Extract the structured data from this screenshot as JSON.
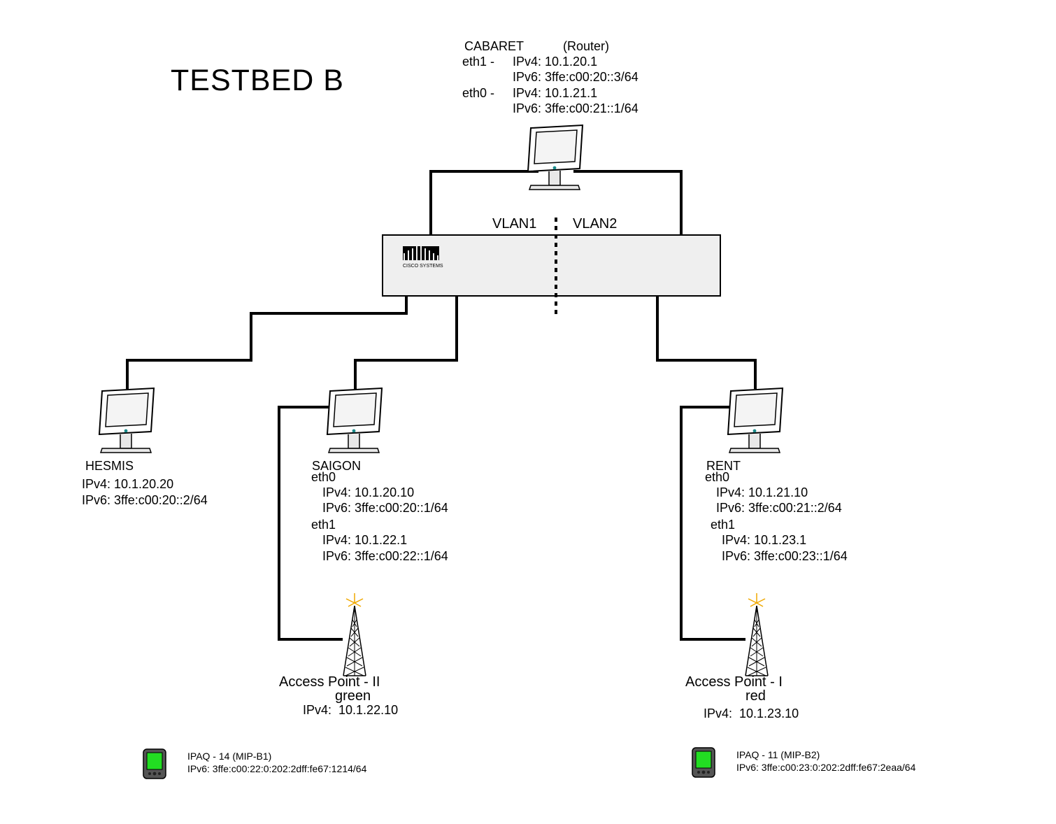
{
  "title": "TESTBED B",
  "router": {
    "name": "CABARET",
    "role": "(Router)",
    "eth1_label": "eth1 -",
    "eth1_ipv4": "IPv4: 10.1.20.1",
    "eth1_ipv6": "IPv6: 3ffe:c00:20::3/64",
    "eth0_label": "eth0 -",
    "eth0_ipv4": "IPv4: 10.1.21.1",
    "eth0_ipv6": "IPv6: 3ffe:c00:21::1/64"
  },
  "switch": {
    "vlan1": "VLAN1",
    "vlan2": "VLAN2",
    "logo_text": "CISCO SYSTEMS"
  },
  "hesmis": {
    "name": "HESMIS",
    "ipv4": "IPv4: 10.1.20.20",
    "ipv6": "IPv6: 3ffe:c00:20::2/64"
  },
  "saigon": {
    "name": "SAIGON",
    "eth0_label": "eth0",
    "eth0_ipv4": "IPv4: 10.1.20.10",
    "eth0_ipv6": "IPv6: 3ffe:c00:20::1/64",
    "eth1_label": "eth1",
    "eth1_ipv4": "IPv4: 10.1.22.1",
    "eth1_ipv6": "IPv6: 3ffe:c00:22::1/64"
  },
  "rent": {
    "name": "RENT",
    "eth0_label": "eth0",
    "eth0_ipv4": "IPv4: 10.1.21.10",
    "eth0_ipv6": "IPv6: 3ffe:c00:21::2/64",
    "eth1_label": "eth1",
    "eth1_ipv4": "IPv4: 10.1.23.1",
    "eth1_ipv6": "IPv6: 3ffe:c00:23::1/64"
  },
  "ap2": {
    "name": "Access Point - II",
    "color_name": "green",
    "ipv4": "IPv4:  10.1.22.10"
  },
  "ap1": {
    "name": "Access Point - I",
    "color_name": "red",
    "ipv4": "IPv4:  10.1.23.10"
  },
  "ipaq14": {
    "name": "IPAQ - 14 (MIP-B1)",
    "ipv6": "IPv6: 3ffe:c00:22:0:202:2dff:fe67:1214/64"
  },
  "ipaq11": {
    "name": "IPAQ - 11 (MIP-B2)",
    "ipv6": "IPv6: 3ffe:c00:23:0:202:2dff:fe67:2eaa/64"
  },
  "colors": {
    "line": "#000000",
    "device_screen": "#f4f4f4",
    "pda_screen": "#22dd22",
    "antenna_spark": "#f0a800",
    "switch_body": "#efefef"
  }
}
